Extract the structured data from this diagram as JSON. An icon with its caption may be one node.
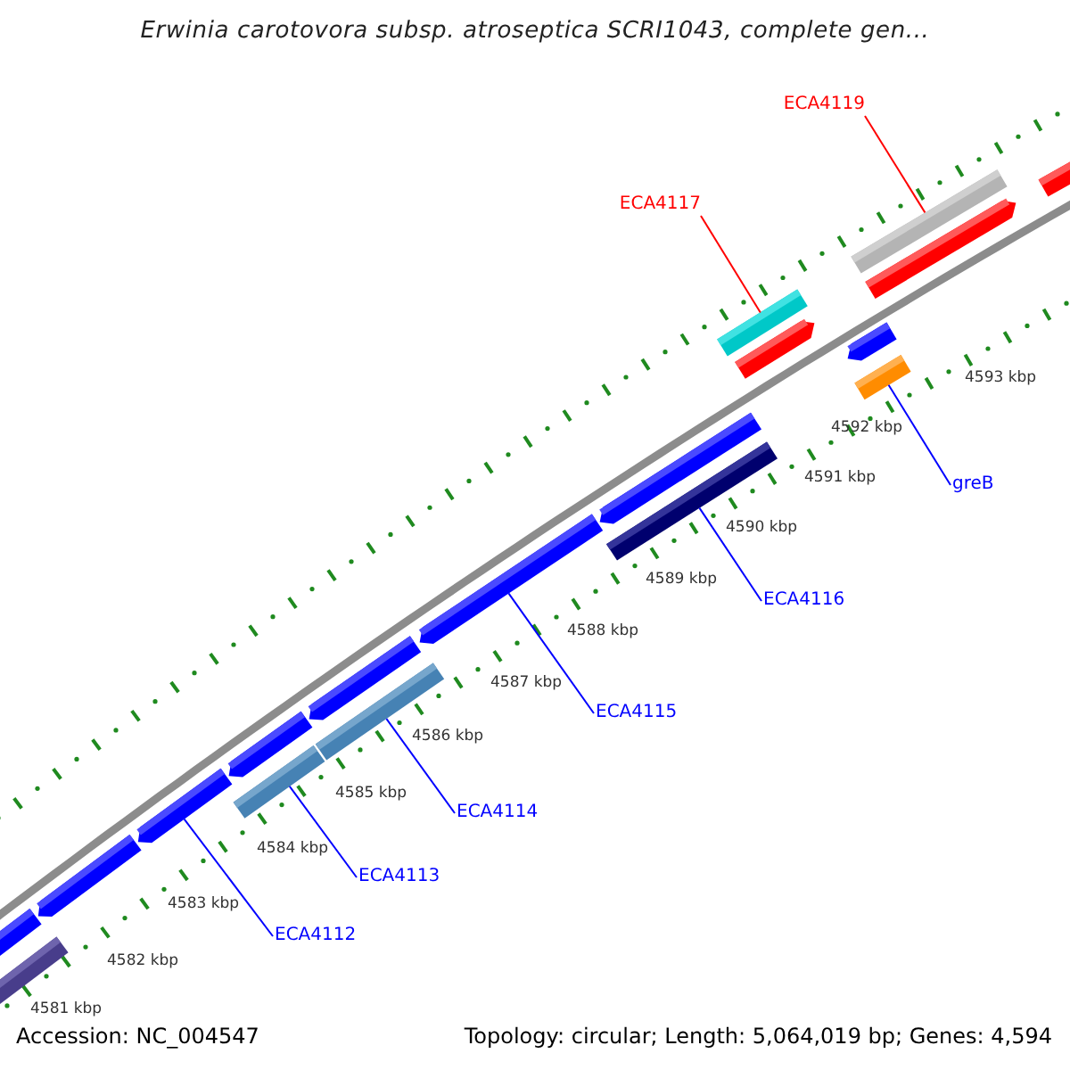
{
  "diagram": {
    "title": "Erwinia carotovora subsp. atroseptica SCRI1043, complete gen...",
    "nodes": [
      {
        "text": [
          "ECA4119"
        ]
      },
      {
        "text": [
          "ECA4117"
        ]
      },
      {
        "text": [
          "greB"
        ]
      },
      {
        "text": [
          "ECA4116"
        ]
      },
      {
        "text": [
          "ECA4115"
        ]
      },
      {
        "text": [
          "ECA4114"
        ]
      },
      {
        "text": [
          "ECA4113"
        ]
      },
      {
        "text": [
          "ECA4112"
        ]
      },
      {
        "text": [],
        "shape": "bar"
      },
      {
        "text": [],
        "shape": "bar"
      },
      {
        "text": [],
        "shape": "bar"
      },
      {
        "text": [],
        "shape": "bar"
      },
      {
        "text": [],
        "shape": "bar"
      },
      {
        "text": [],
        "shape": "bar"
      },
      {
        "text": [],
        "shape": "bar"
      },
      {
        "text": [],
        "shape": "bar"
      },
      {
        "text": [],
        "shape": "bar"
      },
      {
        "text": [],
        "shape": "bar"
      },
      {
        "text": [],
        "shape": "bar"
      },
      {
        "text": [],
        "shape": "bar"
      },
      {
        "text": [],
        "shape": "bar"
      },
      {
        "text": [],
        "shape": "bar"
      },
      {
        "text": [],
        "shape": "bar"
      },
      {
        "text": [],
        "shape": "bar"
      },
      {
        "text": [],
        "shape": "bar"
      },
      {
        "text": [],
        "shape": "bar"
      }
    ],
    "edges": [
      {
        "from": 0,
        "to": 22,
        "arrow": "none",
        "color": "#ff0000"
      },
      {
        "from": 1,
        "to": 19,
        "arrow": "none",
        "color": "#ff0000"
      },
      {
        "from": 2,
        "to": 23,
        "arrow": "none"
      },
      {
        "from": 3,
        "to": 18,
        "arrow": "none"
      },
      {
        "from": 4,
        "to": 16,
        "arrow": "none"
      },
      {
        "from": 5,
        "to": 15,
        "arrow": "none"
      },
      {
        "from": 6,
        "to": 13,
        "arrow": "none"
      },
      {
        "from": 7,
        "to": 11,
        "arrow": "none"
      }
    ],
    "labels": [
      "4593 kbp",
      "4592 kbp",
      "4591 kbp",
      "4590 kbp",
      "4589 kbp",
      "4588 kbp",
      "4587 kbp",
      "4586 kbp",
      "4585 kbp",
      "4584 kbp",
      "4583 kbp",
      "4582 kbp",
      "4581 kbp",
      "Accession: NC_004547",
      "Topology: circular; Length: 5,064,019 bp; Genes: 4,594"
    ]
  }
}
